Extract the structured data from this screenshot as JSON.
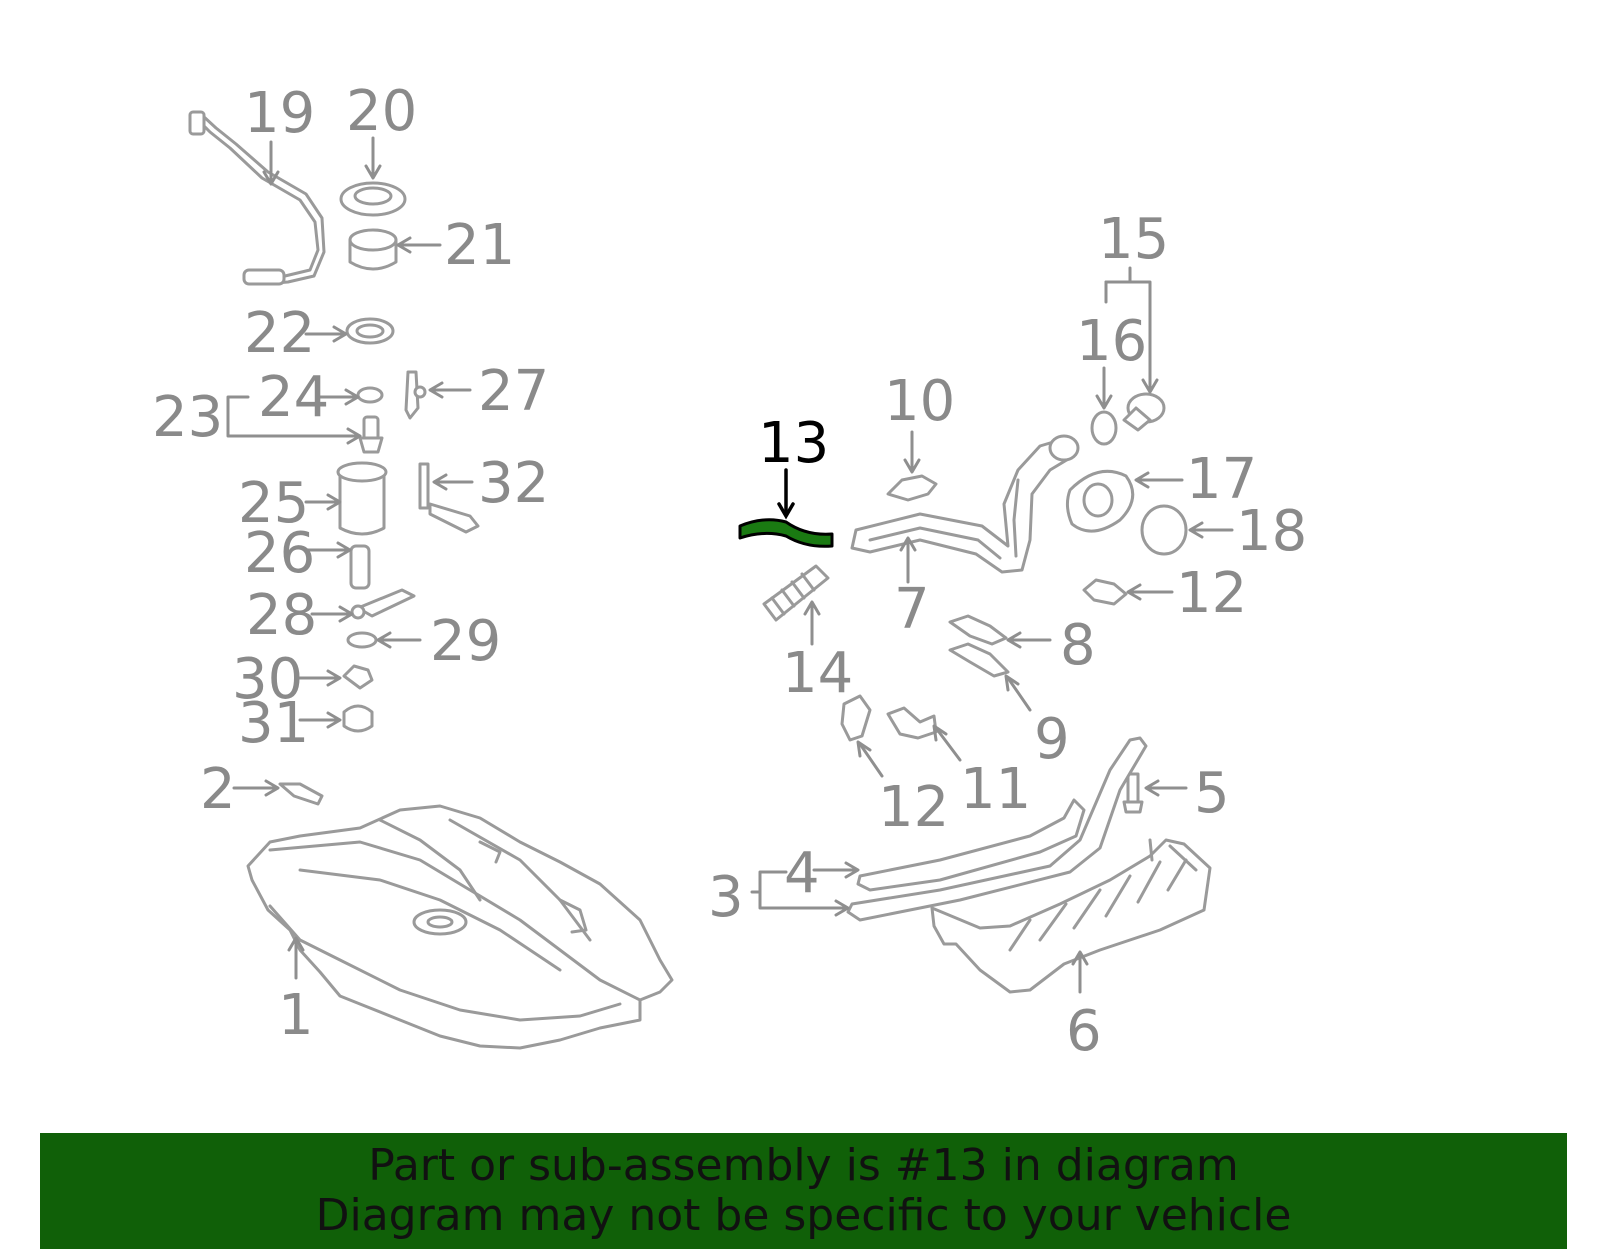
{
  "diagram": {
    "highlighted_part": "13",
    "callouts": [
      "1",
      "2",
      "3",
      "4",
      "5",
      "6",
      "7",
      "8",
      "9",
      "10",
      "11",
      "12",
      "12",
      "12",
      "13",
      "14",
      "15",
      "16",
      "17",
      "18",
      "19",
      "20",
      "21",
      "22",
      "23",
      "24",
      "25",
      "26",
      "27",
      "28",
      "29",
      "30",
      "31",
      "32"
    ],
    "colors": {
      "part_lines": "#9a9a9a",
      "labels": "#8a8a8a",
      "highlight_fill": "#1a7a12",
      "highlight_outline": "#000000"
    }
  },
  "banner": {
    "line1": "Part or sub-assembly is #13 in diagram",
    "line2": "Diagram may not be specific to your vehicle",
    "background": "#106008",
    "text_color": "#111111"
  }
}
